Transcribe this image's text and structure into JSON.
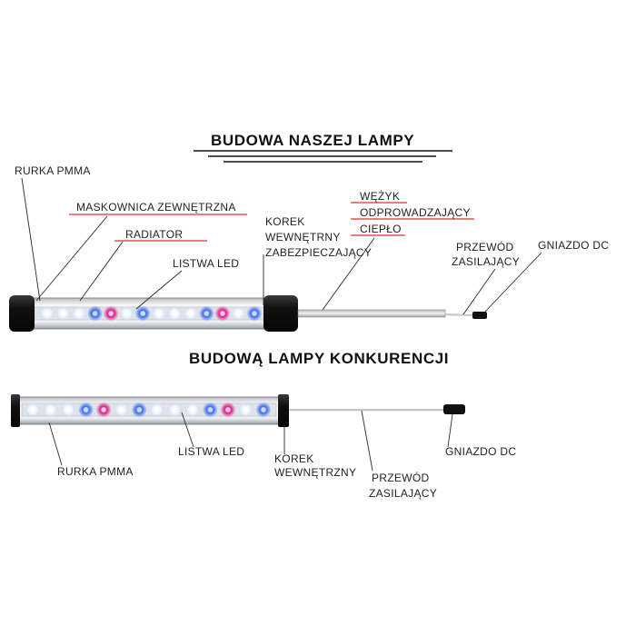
{
  "colors": {
    "underline": "#d9342b",
    "led_white": "#eef3ff",
    "led_blue": "#3f6ff0",
    "led_pink": "#e0208a",
    "cap": "#121212",
    "cable": "#c8c8c8"
  },
  "top": {
    "title": "BUDOWA  NASZEJ  LAMPY",
    "labels": {
      "rurka": "RURKA PMMA",
      "maskownica": "MASKOWNICA  ZEWNĘTRZNA",
      "radiator": "RADIATOR",
      "listwa": "LISTWA LED",
      "korek_1": "KOREK",
      "korek_2": "WEWNĘTRNY",
      "korek_3": "ZABEZPIECZAJĄCY",
      "wezyk_1": "WĘŻYK",
      "wezyk_2": "ODPROWADZAJĄCY",
      "wezyk_3": "CIEPŁO",
      "przewod_1": "PRZEWÓD",
      "przewod_2": "ZASILAJĄCY",
      "gniazdo": "GNIAZDO DC"
    },
    "led_pattern": [
      "white",
      "white",
      "white",
      "blue",
      "pink",
      "white",
      "blue",
      "white",
      "white",
      "white",
      "blue",
      "pink",
      "white",
      "blue"
    ]
  },
  "bottom": {
    "title": "BUDOWĄ LAMPY KONKURENCJI",
    "labels": {
      "rurka": "RURKA PMMA",
      "listwa": "LISTWA LED",
      "korek_1": "KOREK",
      "korek_2": "WEWNĘTRZNY",
      "przewod_1": "PRZEWÓD",
      "przewod_2": "ZASILAJĄCY",
      "gniazdo": "GNIAZDO DC"
    },
    "led_pattern": [
      "white",
      "white",
      "white",
      "blue",
      "pink",
      "white",
      "blue",
      "white",
      "white",
      "white",
      "blue",
      "pink",
      "white",
      "blue"
    ]
  }
}
